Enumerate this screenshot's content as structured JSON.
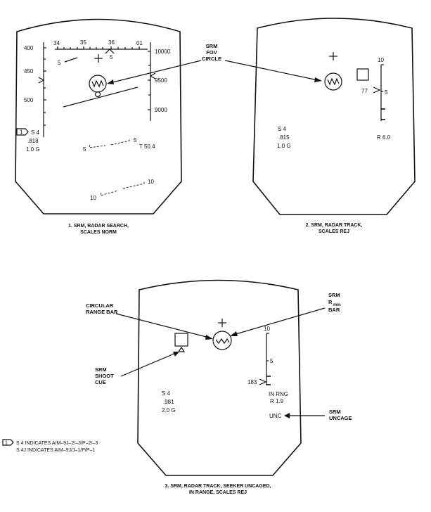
{
  "panel1": {
    "heading_ticks": [
      "34",
      "35",
      "36",
      "01"
    ],
    "heading_sub": "5",
    "airspeed_ticks": [
      "400",
      "450",
      "500"
    ],
    "altitude_ticks": [
      "10000",
      "9500",
      "9000"
    ],
    "pitch_left": "5",
    "store_code": "S 4",
    "mach": ".818",
    "g_load": "1.0 G",
    "time_readout": "T 50.4",
    "ladder_5_left": "5",
    "ladder_5_right": "5",
    "ladder_10_left": "10",
    "ladder_10_right": "10",
    "caption_line1": "1.  SRM, RADAR SEARCH,",
    "caption_line2": "SCALES NORM"
  },
  "fov_callout": {
    "line1": "SRM",
    "line2": "FOV",
    "line3": "CIRCLE"
  },
  "panel2": {
    "scale_top": "10",
    "scale_mid": "5",
    "closure": "77",
    "store_code": "S 4",
    "mach": ".815",
    "g_load": "1.0 G",
    "range": "R 6.0",
    "caption_line1": "2.  SRM, RADAR TRACK,",
    "caption_line2": "SCALES REJ"
  },
  "panel3": {
    "scale_top": "10",
    "scale_mid": "5",
    "closure": "183",
    "store_code": "S 4",
    "mach": ".981",
    "g_load": "2.0 G",
    "in_range": "IN RNG",
    "range": "R 1.9",
    "uncage": "UNC",
    "caption_line1": "3.  SRM, RADAR TRACK, SEEKER UNCAGED,",
    "caption_line2": "IN RANGE, SCALES REJ"
  },
  "callouts": {
    "range_bar_1": "CIRCULAR",
    "range_bar_2": "RANGE BAR",
    "rmin_1": "SRM",
    "rmin_2": "R",
    "rmin_sub": "min",
    "rmin_3": "BAR",
    "shoot_1": "SRM",
    "shoot_2": "SHOOT",
    "shoot_3": "CUE",
    "uncage_1": "SRM",
    "uncage_2": "UNCAGE"
  },
  "note": {
    "marker": "1",
    "line1": "S 4    INDICATES AIM–9J–2/–3/P–2/–3",
    "line2": "S 4J   INDICATES AIM–9J/J–1/P/P–1"
  }
}
